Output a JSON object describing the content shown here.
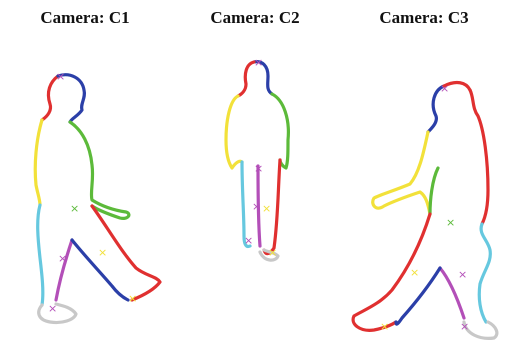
{
  "cameras": [
    {
      "label": "Camera: C1"
    },
    {
      "label": "Camera: C2"
    },
    {
      "label": "Camera: C3"
    }
  ],
  "part_colors": {
    "head": "#2b3fa8",
    "head_back": "#e03030",
    "front_torso": "#f2e13a",
    "arm": "#5cba3a",
    "leg_a": "#66c8df",
    "leg_b": "#b34fb8",
    "leg_c": "#e03030",
    "leg_d": "#2b3fa8",
    "foot": "#c8c8c8"
  },
  "joint_marks": [
    {
      "symbol": "×",
      "color": "#b34fb8"
    },
    {
      "symbol": "×",
      "color": "#5cba3a"
    },
    {
      "symbol": "×",
      "color": "#f2e13a"
    }
  ]
}
